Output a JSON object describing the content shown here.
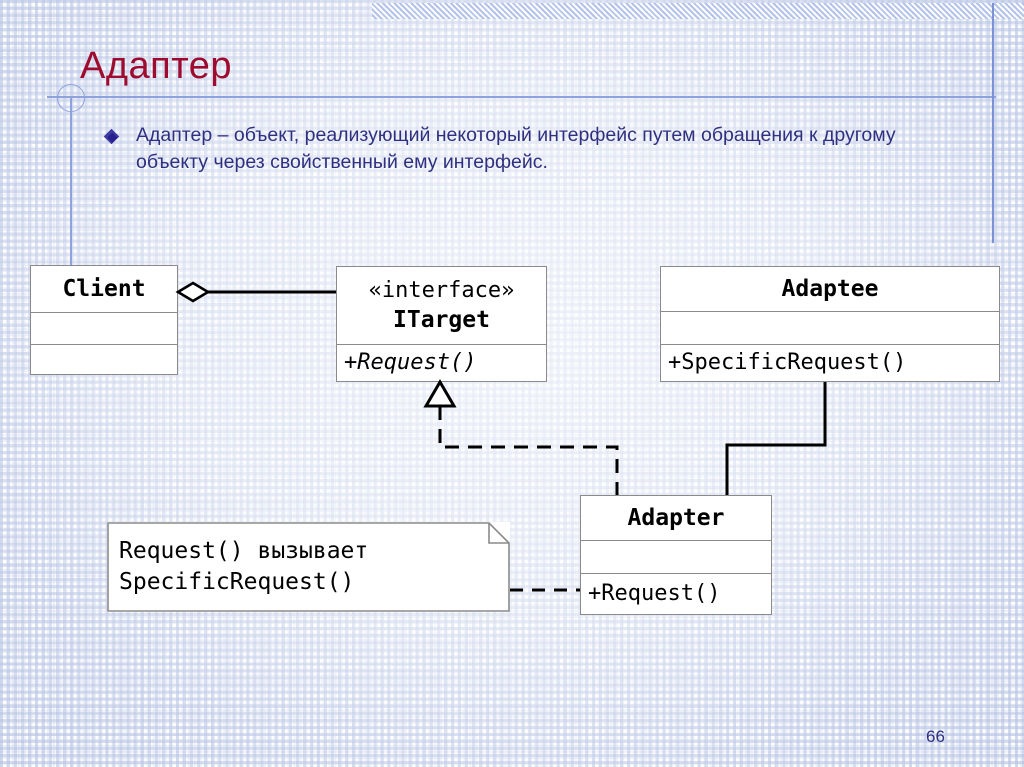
{
  "slide": {
    "title": "Адаптер",
    "page_number": "66",
    "accent_title_color": "#9e0b2e",
    "body_text_color": "#2f3080",
    "rule_color": "#8ea3dd",
    "grid_color": "#96a8d6"
  },
  "bullets": [
    {
      "marker": "diamond-bullet",
      "text": "Адаптер – объект, реализующий некоторый интерфейс путем обращения к другому объекту через свойственный ему интерфейс."
    }
  ],
  "diagram": {
    "type": "uml-class-diagram",
    "classes": [
      {
        "id": "client",
        "name": "Client",
        "stereotype": "",
        "attributes": [],
        "operations": [],
        "empty_sections": 2
      },
      {
        "id": "itarget",
        "name": "ITarget",
        "stereotype": "«interface»",
        "attributes": [],
        "operations": [
          {
            "text": "+Request()",
            "abstract": true
          }
        ],
        "empty_sections": 0
      },
      {
        "id": "adaptee",
        "name": "Adaptee",
        "stereotype": "",
        "attributes": [],
        "operations": [
          {
            "text": "+SpecificRequest()",
            "abstract": false
          }
        ],
        "empty_sections": 1
      },
      {
        "id": "adapter",
        "name": "Adapter",
        "stereotype": "",
        "attributes": [],
        "operations": [
          {
            "text": "+Request()",
            "abstract": false
          }
        ],
        "empty_sections": 1
      }
    ],
    "note": {
      "id": "note-adapter",
      "line1": "Request() вызывает",
      "line2": "SpecificRequest()"
    },
    "relations": [
      {
        "id": "client-itarget",
        "kind": "aggregation",
        "from": "client",
        "to": "itarget",
        "style": "solid",
        "decoration": "hollow-diamond"
      },
      {
        "id": "adapter-itarget",
        "kind": "realization",
        "from": "adapter",
        "to": "itarget",
        "style": "dashed",
        "decoration": "hollow-triangle"
      },
      {
        "id": "adapter-adaptee",
        "kind": "association",
        "from": "adaptee",
        "to": "adapter",
        "style": "solid",
        "decoration": "none"
      },
      {
        "id": "note-link",
        "kind": "note-anchor",
        "from": "note-adapter",
        "to": "adapter",
        "style": "dashed",
        "decoration": "none"
      }
    ]
  }
}
